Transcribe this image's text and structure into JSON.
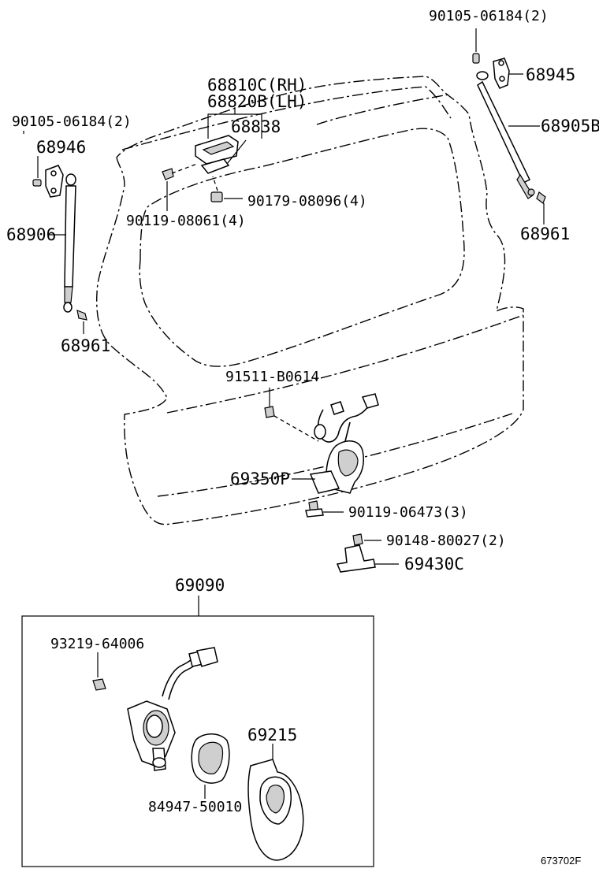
{
  "labels": {
    "top_bolt_rh": "90105-06184(2)",
    "hinge_rh": "68945",
    "panel_rh": "68810C(RH)",
    "panel_lh": "68820B(LH)",
    "gasket": "68838",
    "stay_rh": "68905B",
    "bolt_lh": "90105-06184(2)",
    "hinge_lh": "68946",
    "nut": "90179-08096(4)",
    "bolt_stud": "90119-08061(4)",
    "stay_lh": "68906",
    "ball_joint_rh": "68961",
    "ball_joint_lh": "68961",
    "lock_screw": "91511-B0614",
    "lock_assy": "69350P",
    "lock_bolt": "90119-06473(3)",
    "striker_screw": "90148-80027(2)",
    "striker": "69430C",
    "lamp_assy": "69090",
    "lamp_screw": "93219-64006",
    "bezel": "69215",
    "lens": "84947-50010",
    "drawing_no": "673702F"
  }
}
